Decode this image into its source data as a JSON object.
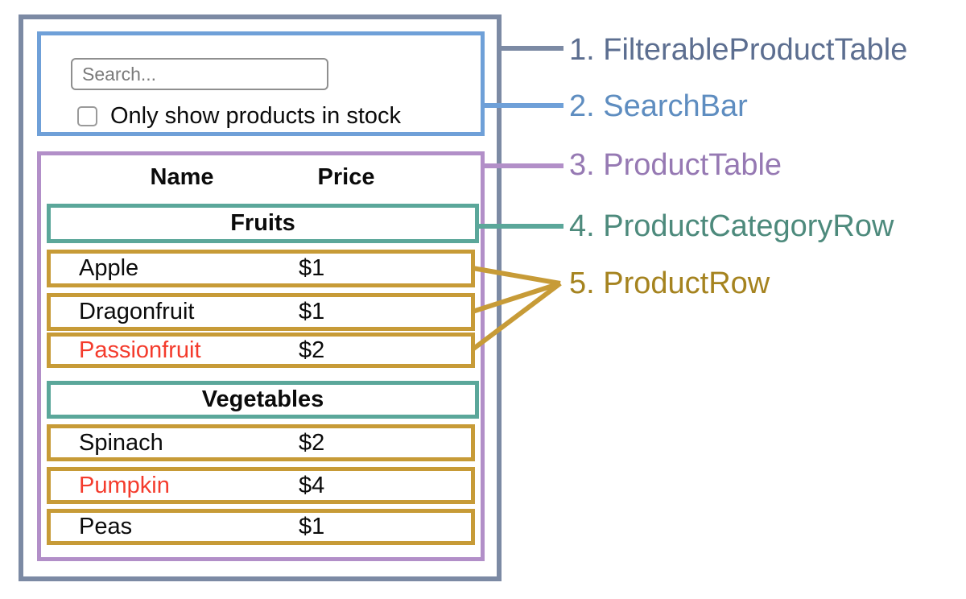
{
  "legend": {
    "items": [
      {
        "label": "1. FilterableProductTable",
        "color": "#5c6e90"
      },
      {
        "label": "2. SearchBar",
        "color": "#5e8dc0"
      },
      {
        "label": "3. ProductTable",
        "color": "#9679b3"
      },
      {
        "label": "4. ProductCategoryRow",
        "color": "#4d8a7c"
      },
      {
        "label": "5. ProductRow",
        "color": "#a5831f"
      }
    ]
  },
  "search_bar": {
    "placeholder": "Search...",
    "checkbox_label": "Only show products in stock",
    "checkbox_checked": false
  },
  "product_table": {
    "headers": {
      "name": "Name",
      "price": "Price"
    },
    "sections": [
      {
        "category": "Fruits",
        "rows": [
          {
            "name": "Apple",
            "price": "$1",
            "highlighted_red": false
          },
          {
            "name": "Dragonfruit",
            "price": "$1",
            "highlighted_red": false
          },
          {
            "name": "Passionfruit",
            "price": "$2",
            "highlighted_red": true
          }
        ]
      },
      {
        "category": "Vegetables",
        "rows": [
          {
            "name": "Spinach",
            "price": "$2",
            "highlighted_red": false
          },
          {
            "name": "Pumpkin",
            "price": "$4",
            "highlighted_red": true
          },
          {
            "name": "Peas",
            "price": "$1",
            "highlighted_red": false
          }
        ]
      }
    ]
  },
  "colors": {
    "filterable_product_table_outline": "#7c8aa4",
    "search_bar_outline": "#6fa0d8",
    "product_table_outline": "#b28fc8",
    "product_category_row_outline": "#5ba79a",
    "product_row_outline": "#c79b37",
    "out_of_stock_text": "#f43b2c"
  }
}
